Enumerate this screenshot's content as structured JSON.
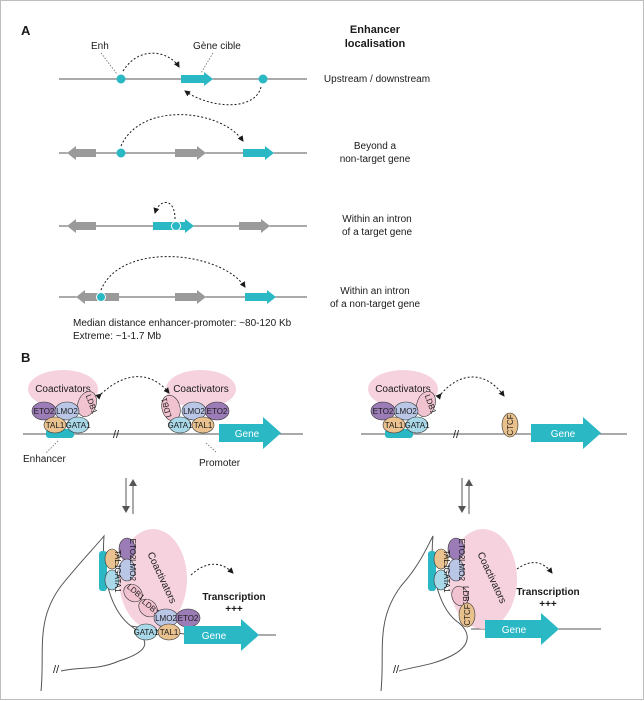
{
  "panel_a": {
    "letter": "A",
    "header_line1": "Enhancer",
    "header_line2": "localisation",
    "enh_label": "Enh",
    "target_label": "Gène cible",
    "rows": [
      {
        "line1": "Upstream / downstream",
        "line2": ""
      },
      {
        "line1": "Beyond a",
        "line2": "non-target gene"
      },
      {
        "line1": "Within an intron",
        "line2": "of a target gene"
      },
      {
        "line1": "Within an intron",
        "line2": "of a non-target gene"
      }
    ],
    "median_text": "Median distance enhancer-promoter: ~80-120 Kb",
    "extreme_text": "Extreme: ~1-1.7 Mb"
  },
  "panel_b": {
    "letter": "B",
    "coactivators": "Coactivators",
    "gene": "Gene",
    "enhancer": "Enhancer",
    "promoter": "Promoter",
    "transcription": "Transcription",
    "plus": "+++",
    "proteins": {
      "eto2": "ETO2",
      "lmo2": "LMO2",
      "ldb1": "LDB1",
      "tal1": "TAL1",
      "gata1": "GATA1",
      "ctcf": "CTCF"
    }
  },
  "colors": {
    "teal": "#2bb8c5",
    "grey_gene": "#9a9a9a",
    "pink": "#f6d2df",
    "eto2": "#9b7cb6",
    "lmo2": "#b9c6e6",
    "ldb1": "#f1c2cf",
    "tal1": "#eac28f",
    "gata1": "#a9d8e8",
    "ctcf": "#e8c08c"
  }
}
